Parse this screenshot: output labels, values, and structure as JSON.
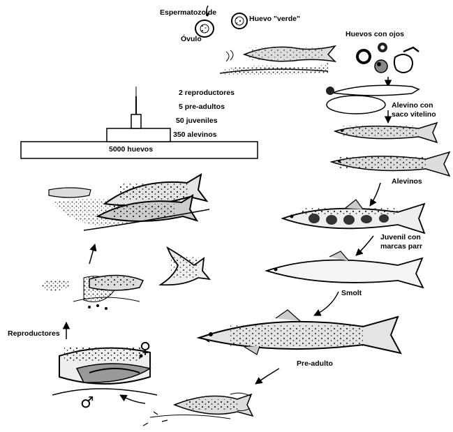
{
  "labels": {
    "sperm": "Espermatozoide",
    "green_egg": "Huevo \"verde\"",
    "ovum": "Óvulo",
    "eyed_eggs": "Huevos con ojos",
    "yolk_line1": "Alevino con",
    "yolk_line2": "saco vitelino",
    "fry": "Alevinos",
    "parr_line1": "Juvenil con",
    "parr_line2": "marcas parr",
    "smolt": "Smolt",
    "preadult": "Pre-adulto",
    "spawners": "Reproductores"
  },
  "pyramid": [
    {
      "label": "2 reproductores",
      "count": 2
    },
    {
      "label": "5 pre-adultos",
      "count": 5
    },
    {
      "label": "50 juveniles",
      "count": 50
    },
    {
      "label": "350 alevinos",
      "count": 350
    },
    {
      "label": "5000 huevos",
      "count": 5000
    }
  ],
  "symbols": {
    "female": "♀",
    "male": "♂"
  }
}
